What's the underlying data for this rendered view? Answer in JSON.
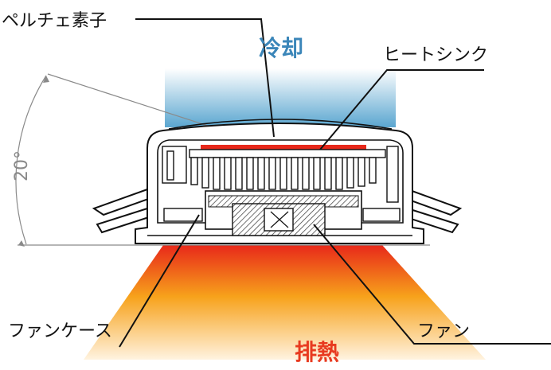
{
  "labels": {
    "peltier": "ペルチェ素子",
    "cooling": "冷却",
    "heatsink": "ヒートシンク",
    "angle": "20°",
    "fan_case": "ファンケース",
    "heat_exhaust": "排熱",
    "fan": "ファン"
  },
  "colors": {
    "cooling_text": "#3b86b9",
    "cooling_gradient_top": "#ffffff",
    "cooling_gradient_bottom": "#5aa6d0",
    "heat_text": "#e83a1f",
    "heat_gradient_top": "#e8281a",
    "heat_gradient_mid": "#f7a21b",
    "heat_gradient_bottom": "#fff3e0",
    "peltier_element": "#e8281a",
    "outline": "#111111"
  }
}
